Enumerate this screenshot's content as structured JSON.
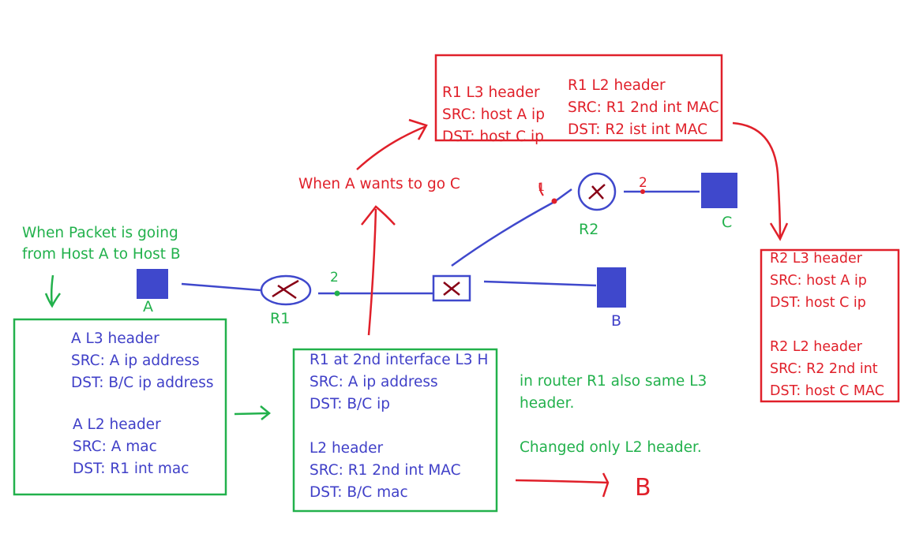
{
  "colors": {
    "blue_text": "#4040c8",
    "red": "#e0202a",
    "green": "#22b14c",
    "node_fill": "#3f48cc",
    "link": "#3f48cc",
    "router_x": "#880015"
  },
  "nodes": {
    "host_a": "A",
    "host_b": "B",
    "host_c": "C",
    "router_1": "R1",
    "router_2": "R2"
  },
  "annotations": {
    "packet_a_to_b": [
      "When Packet is going",
      "from Host A to Host B"
    ],
    "a_wants_c": "When A wants to go C",
    "r1_note": [
      "in router R1 also same L3",
      "header."
    ],
    "changed_l2": "Changed only L2 header.",
    "arrow_to_b": "B",
    "r1_interface_mark": "2",
    "r2_interface_mark_left": "1",
    "r2_interface_mark_right": "2"
  },
  "boxes": {
    "host_a_headers": {
      "l3": [
        "A L3 header",
        "SRC: A ip address",
        "DST: B/C ip address"
      ],
      "l2": [
        "A L2 header",
        "SRC: A mac",
        "DST: R1 int mac"
      ]
    },
    "r1_headers": {
      "l3": [
        "R1 at 2nd interface L3 H",
        "SRC: A ip address",
        "DST: B/C ip"
      ],
      "l2": [
        "L2 header",
        "SRC: R1 2nd int MAC",
        "DST: B/C mac"
      ]
    },
    "r1_to_c_headers": {
      "l3": [
        "R1 L3 header",
        "SRC: host A ip",
        "DST: host C ip"
      ],
      "l2": [
        "R1 L2 header",
        "SRC: R1 2nd int MAC",
        "DST: R2 ist int MAC"
      ]
    },
    "r2_headers": {
      "l3": [
        "R2 L3 header",
        "SRC: host A ip",
        "DST: host C ip"
      ],
      "l2": [
        "R2 L2 header",
        "SRC: R2 2nd int",
        "DST: host C MAC"
      ]
    }
  }
}
